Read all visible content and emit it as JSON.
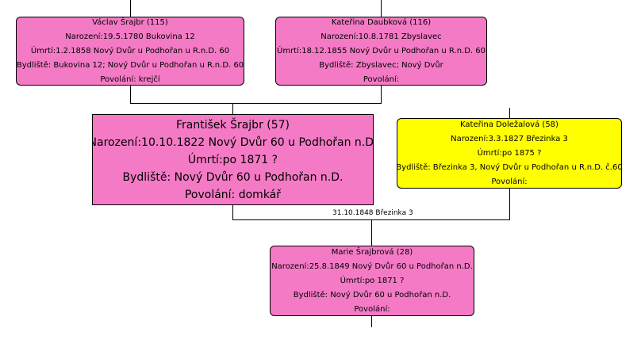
{
  "colors": {
    "pink": "#f57ac6",
    "yellow": "#ffff00",
    "line": "#000000",
    "background": "#ffffff"
  },
  "persons": {
    "vaclav": {
      "name": "Václav Šrajbr (115)",
      "born": "Narození:19.5.1780 Bukovina 12",
      "died": "Úmrtí:1.2.1858  Nový Dvůr u Podhořan u R.n.D. 60",
      "residence": "Bydliště: Bukovina 12; Nový Dvůr u Podhořan u R.n.D. 60",
      "occupation": "Povolání: krejčí",
      "color": "#f57ac6"
    },
    "katerina_d": {
      "name": "Kateřina Daubková (116)",
      "born": "Narození:10.8.1781 Zbyslavec",
      "died": "Úmrtí:18.12.1855  Nový Dvůr u Podhořan u R.n.D. 60",
      "residence": "Bydliště: Zbyslavec; Nový Dvůr",
      "occupation": "Povolání:",
      "color": "#f57ac6"
    },
    "frantisek": {
      "name": "František Šrajbr (57)",
      "born": "Narození:10.10.1822 Nový Dvůr 60 u Podhořan n.D.",
      "died": "Úmrtí:po 1871  ?",
      "residence": "Bydliště: Nový Dvůr 60 u Podhořan n.D.",
      "occupation": "Povolání: domkář",
      "color": "#f57ac6"
    },
    "katerina_dol": {
      "name": "Kateřina Doležalová (58)",
      "born": "Narození:3.3.1827 Březinka 3",
      "died": "Úmrtí:po 1875  ?",
      "residence": "Bydliště: Březinka 3, Nový Dvůr u Podhořan u R.n.D. č.60",
      "occupation": "Povolání:",
      "color": "#ffff00"
    },
    "marie": {
      "name": "Marie Šrajbrová (28)",
      "born": "Narození:25.8.1849 Nový Dvůr 60 u Podhořan n.D.",
      "died": "Úmrtí:po 1871  ?",
      "residence": "Bydliště: Nový Dvůr 60 u Podhořan n.D.",
      "occupation": "Povolání:",
      "color": "#f57ac6"
    }
  },
  "marriage": {
    "label": "31.10.1848 Březinka 3"
  }
}
